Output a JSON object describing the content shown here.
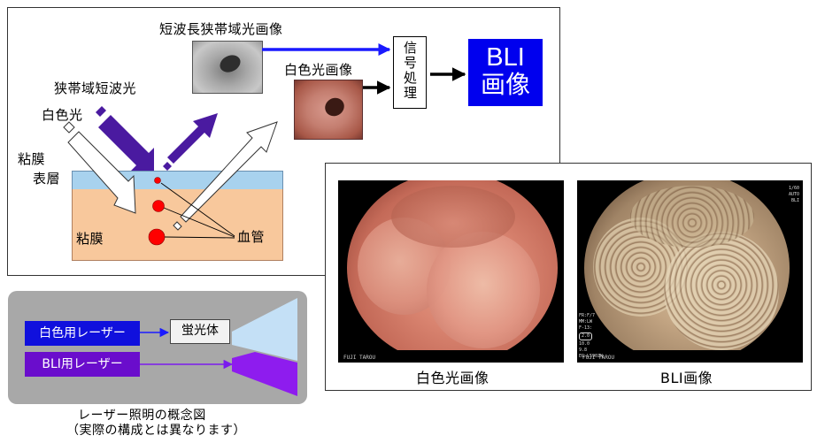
{
  "diagram": {
    "narrowband_short_light_image_label": "短波長狭帯域光画像",
    "white_light_image_label": "白色光画像",
    "narrowband_short_light_label": "狭帯域短波光",
    "white_light_label": "白色光",
    "mucosa_surface_label_line1": "粘膜",
    "mucosa_surface_label_line2": "表層",
    "mucosa_label": "粘膜",
    "blood_vessel_label": "血管",
    "signal_processing_label": "信号処理",
    "bli_image_box_line1": "BLI",
    "bli_image_box_line2": "画像"
  },
  "laser": {
    "white_laser_label": "白色用レーザー",
    "phosphor_label": "蛍光体",
    "bli_laser_label": "BLI用レーザー",
    "caption_line1": "レーザー照明の概念図",
    "caption_line2": "（実際の構成とは異なります）"
  },
  "endoscopy": {
    "left_caption": "白色光画像",
    "right_caption": "BLI画像",
    "left_footer": "FUJI TAROU",
    "right_footer": "FUJI TAROU",
    "right_side_info": [
      "FR:F/7",
      "MM:LW",
      "F-13:",
      "10.0",
      "9.8",
      "EG-L590ZW"
    ],
    "right_zoom_badge": "2.0",
    "right_top_info": [
      "1/60",
      "AUTO",
      "BLI"
    ]
  },
  "colors": {
    "bli_box": "#0000ee",
    "laser_blue": "#1010dd",
    "laser_purple": "#6a0dcc",
    "purple_arrow": "#4a1aa0",
    "mucosa_surface": "#a8d2ee",
    "mucosa": "#f8c89c",
    "vessel": "#ff0000"
  }
}
